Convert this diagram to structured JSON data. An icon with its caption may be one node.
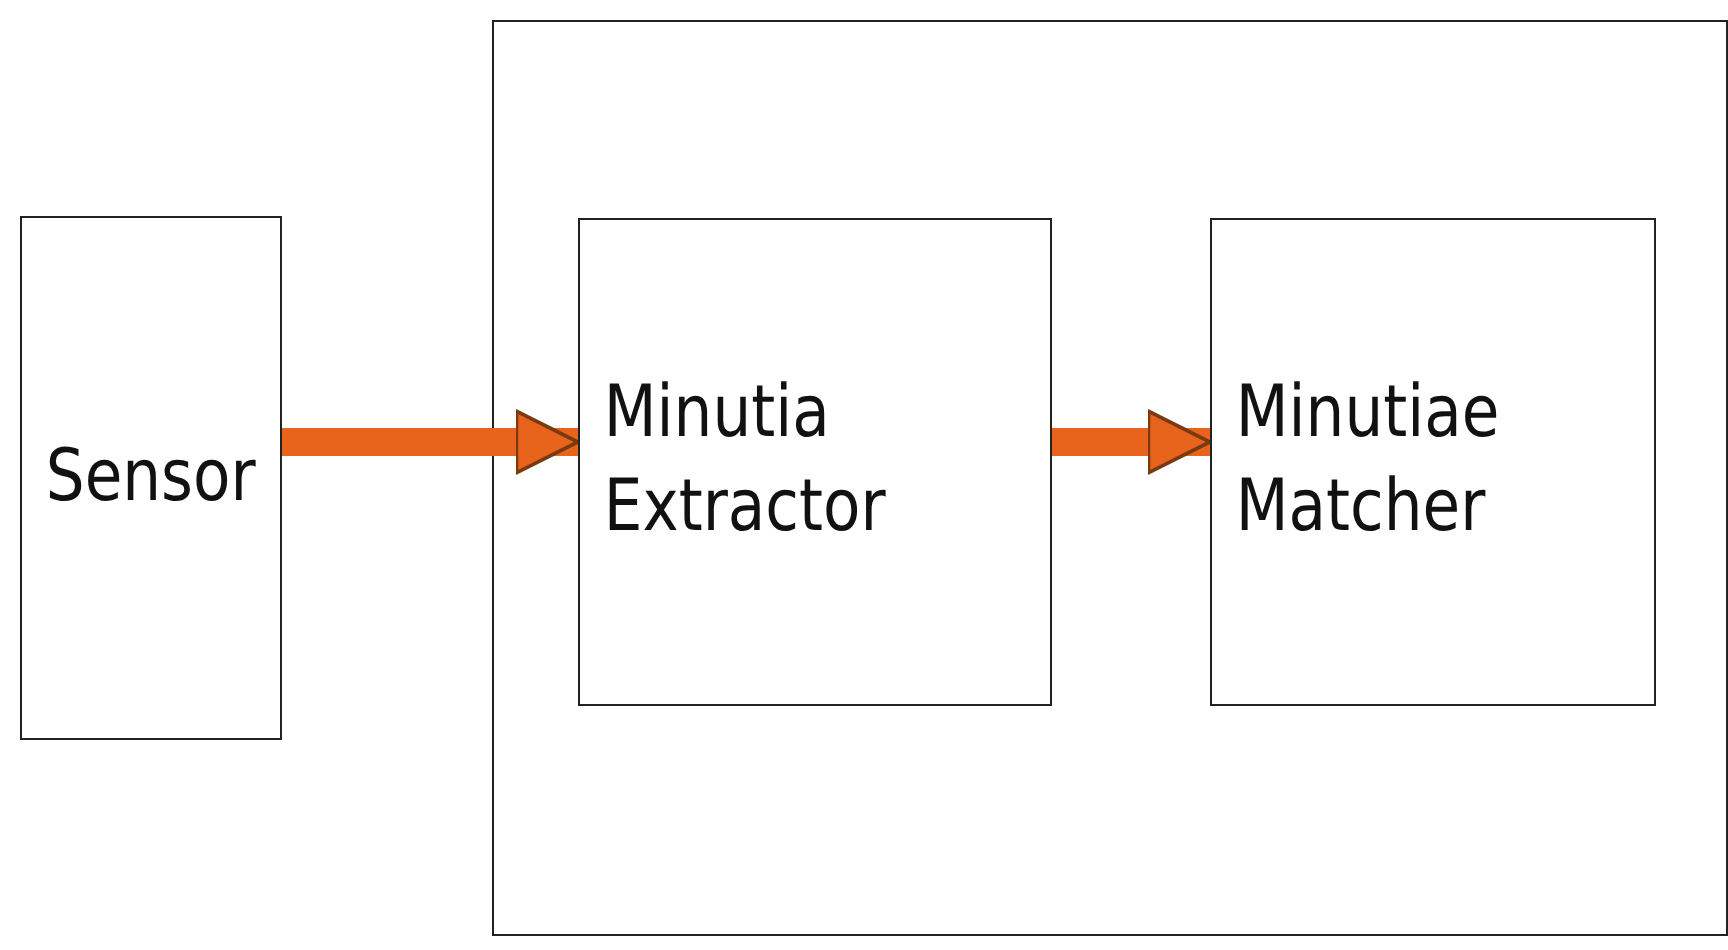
{
  "diagram": {
    "nodes": [
      {
        "text": [
          "Sensor"
        ]
      },
      {
        "text": [],
        "shape": "box"
      },
      {
        "text": [
          "Minutia Extractor"
        ],
        "in": 1
      },
      {
        "text": [
          "Minutiae Matcher"
        ],
        "in": 1
      }
    ],
    "edges": [
      {
        "from": 0,
        "to": 2,
        "arrow": "to"
      },
      {
        "from": 2,
        "to": 3,
        "arrow": "to"
      }
    ]
  }
}
